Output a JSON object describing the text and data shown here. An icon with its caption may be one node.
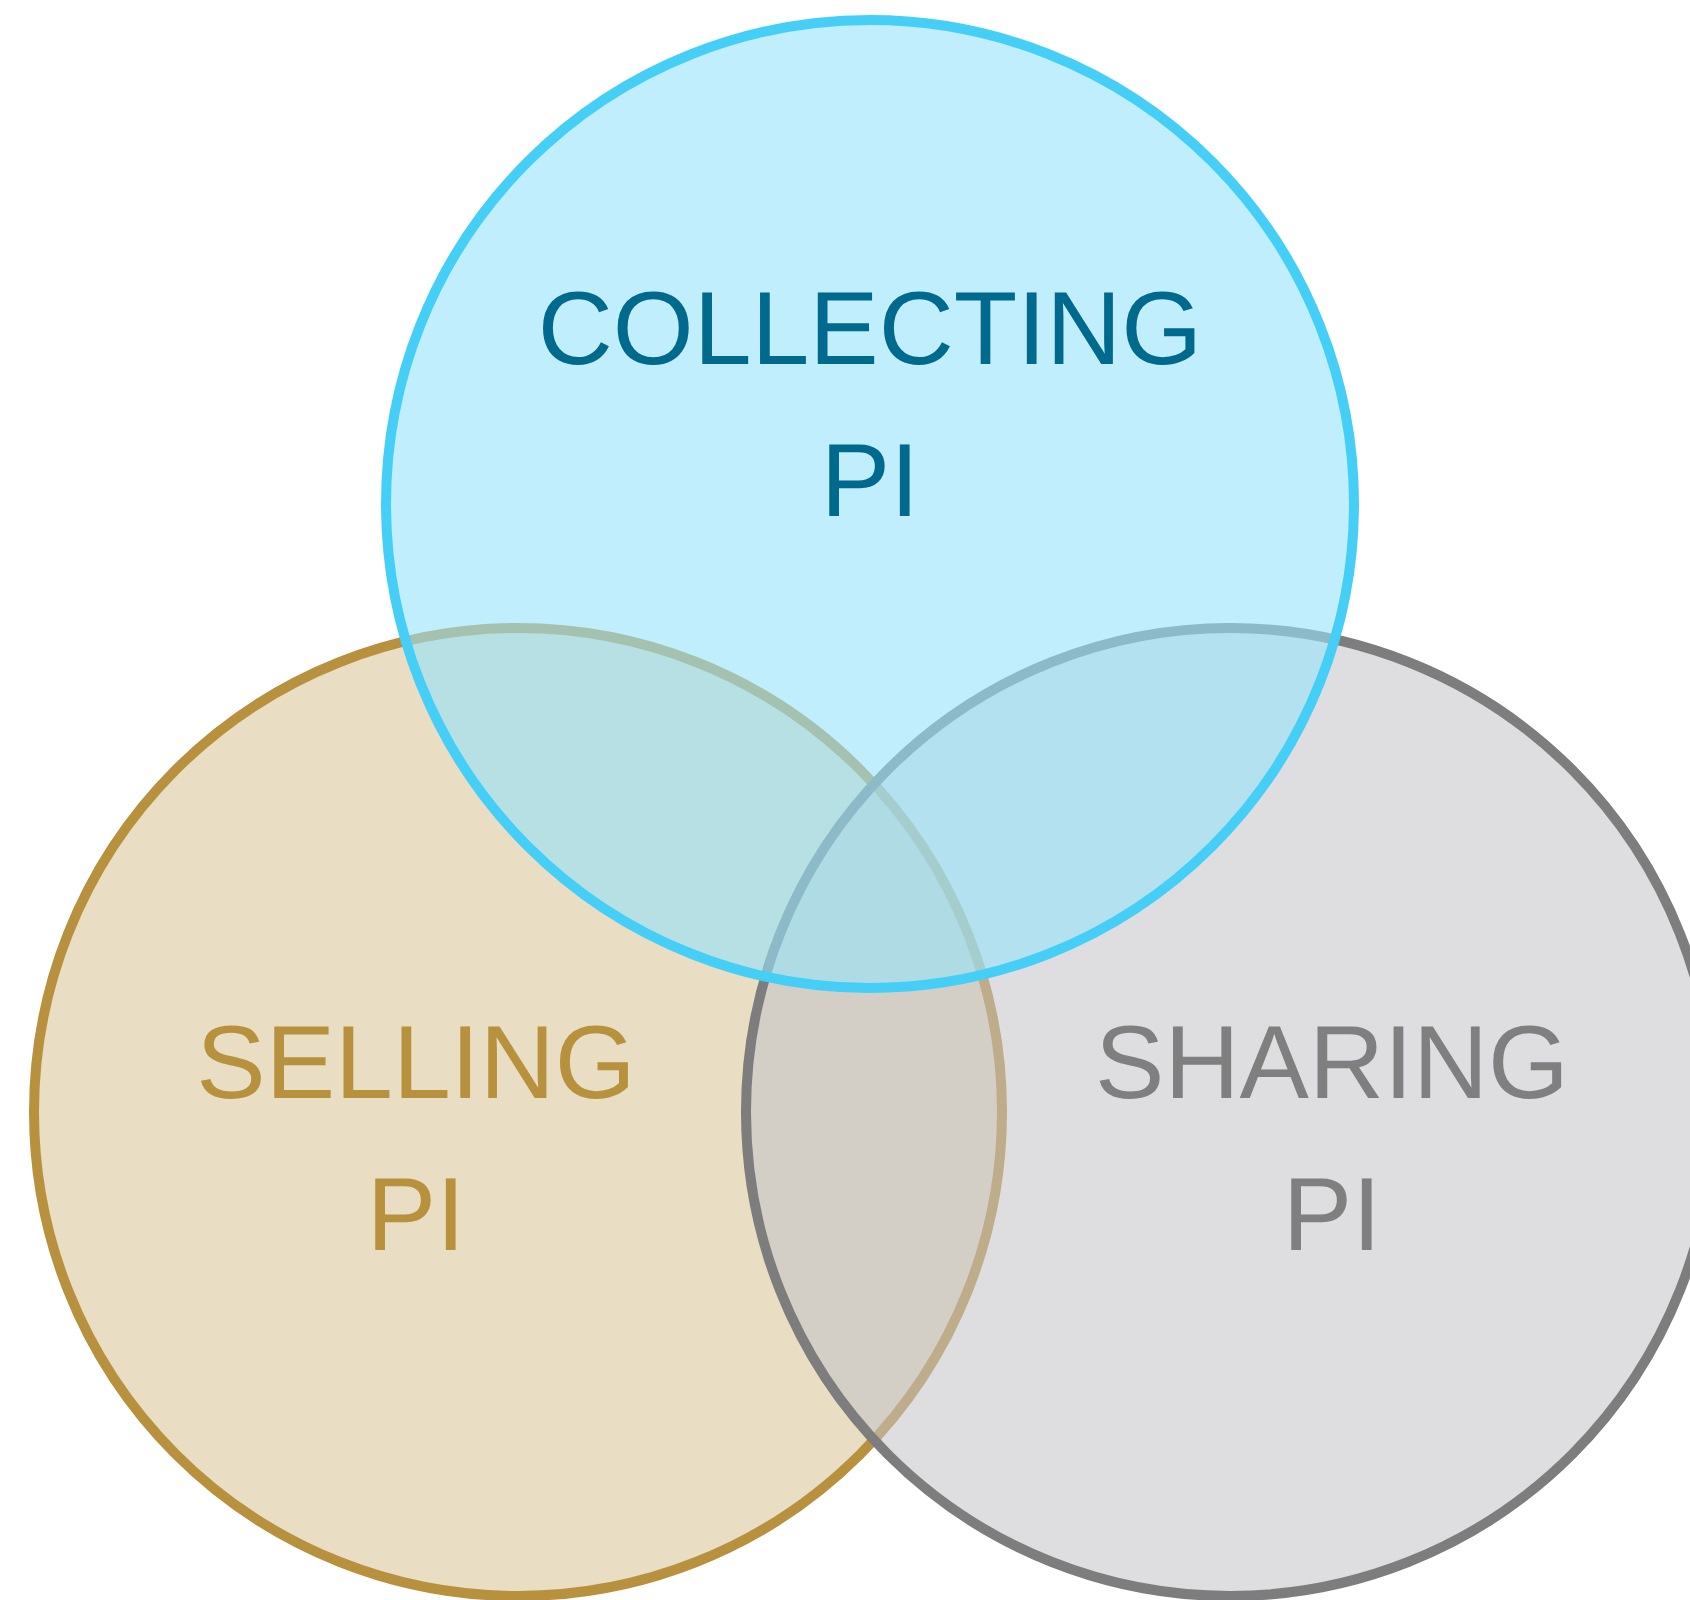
{
  "diagram": {
    "nodes": [
      {
        "text": [
          "COLLECTING PI"
        ]
      },
      {
        "text": [
          "SELLING PI"
        ]
      },
      {
        "text": [
          "SHARING PI"
        ]
      }
    ]
  }
}
